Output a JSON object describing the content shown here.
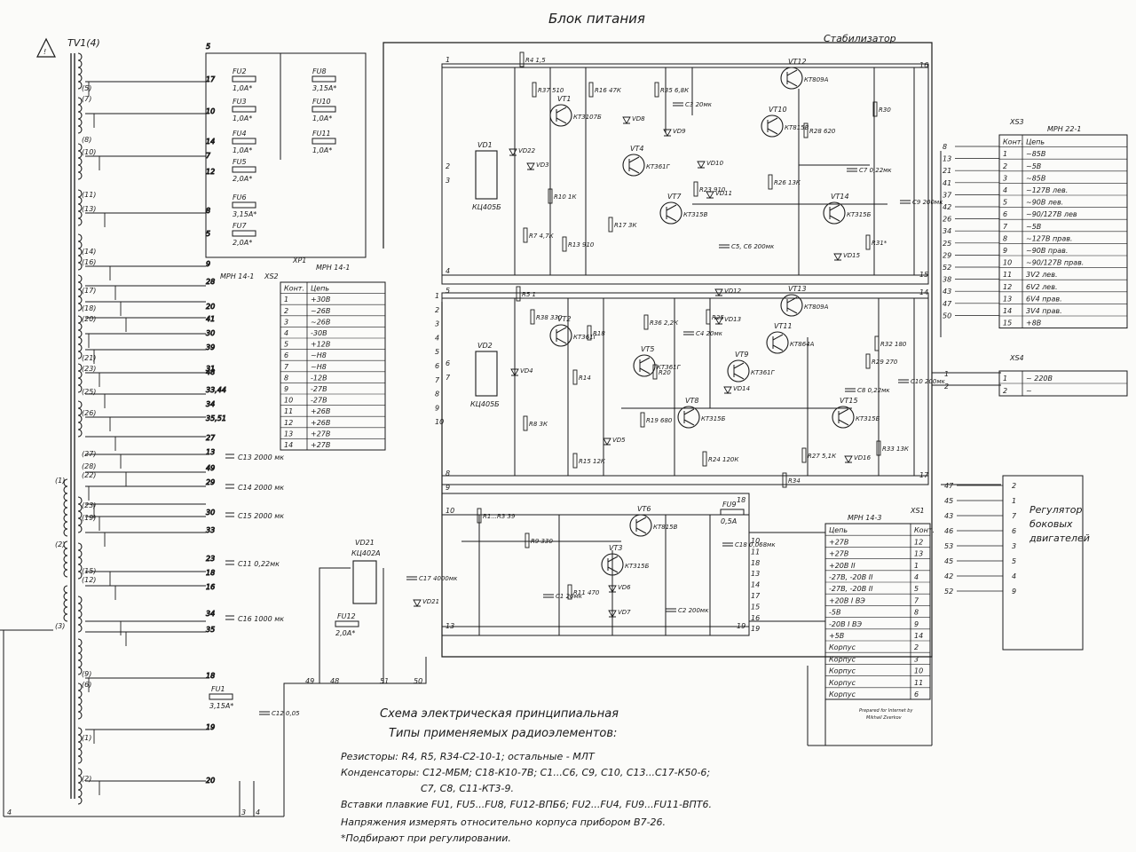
{
  "title": "Блок питания",
  "stabilizer_label": "Стабилизатор",
  "transformer": {
    "name": "TV1(4)",
    "windings": [
      "(5)",
      "(7)",
      "(8)",
      "(10)",
      "(11)",
      "(13)",
      "(14)",
      "(16)",
      "(17)",
      "(18)",
      "(20)",
      "(21)",
      "(23)",
      "(25)",
      "(26)",
      "(27)",
      "(28)",
      "(22)",
      "(23)",
      "(19)",
      "(15)",
      "(12)",
      "(9)",
      "(6)",
      "(1)",
      "(2)",
      "(3)"
    ]
  },
  "fuses": [
    {
      "name": "FU2",
      "rating": "1,0А*"
    },
    {
      "name": "FU3",
      "rating": "1,0А*"
    },
    {
      "name": "FU4",
      "rating": "1,0А*"
    },
    {
      "name": "FU5",
      "rating": "2,0А*"
    },
    {
      "name": "FU6",
      "rating": "3,15А*"
    },
    {
      "name": "FU7",
      "rating": "2,0А*"
    },
    {
      "name": "FU8",
      "rating": "3,15А*"
    },
    {
      "name": "FU10",
      "rating": "1,0А*"
    },
    {
      "name": "FU11",
      "rating": "1,0А*"
    },
    {
      "name": "FU1",
      "rating": "3,15А*"
    },
    {
      "name": "FU9",
      "rating": "0,5А"
    },
    {
      "name": "FU12",
      "rating": "2,0А*"
    }
  ],
  "connector_xp1": {
    "ref": "XP1",
    "title": "МРН 14-1",
    "socket": "XS2",
    "socket_title": "МРН 14-1",
    "headers": [
      "Конт.",
      "Цепь"
    ],
    "rows": [
      [
        "1",
        "+30В"
      ],
      [
        "2",
        "~26В"
      ],
      [
        "3",
        "~26В"
      ],
      [
        "4",
        "-30В"
      ],
      [
        "5",
        "+12В"
      ],
      [
        "6",
        "~Н8"
      ],
      [
        "7",
        "~Н8"
      ],
      [
        "8",
        "-12В"
      ],
      [
        "9",
        "-27В"
      ],
      [
        "10",
        "-27В"
      ],
      [
        "11",
        "+26В"
      ],
      [
        "12",
        "+26В"
      ],
      [
        "13",
        "+27В"
      ],
      [
        "14",
        "+27В"
      ]
    ]
  },
  "connector_xs3": {
    "ref": "XS3",
    "title": "МРН 22-1",
    "headers": [
      "Конт.",
      "Цепь"
    ],
    "rows": [
      [
        "1",
        "~85В"
      ],
      [
        "2",
        "~5В"
      ],
      [
        "3",
        "~85В"
      ],
      [
        "4",
        "~127В лев."
      ],
      [
        "5",
        "~90В лев."
      ],
      [
        "6",
        "~90/127В лев"
      ],
      [
        "7",
        "~5В"
      ],
      [
        "8",
        "~127В прав."
      ],
      [
        "9",
        "~90В прав."
      ],
      [
        "10",
        "~90/127В прав."
      ],
      [
        "11",
        "3V2 лев."
      ],
      [
        "12",
        "6V2 лев."
      ],
      [
        "13",
        "6V4 прав."
      ],
      [
        "14",
        "3V4 прав."
      ],
      [
        "15",
        "+8В"
      ]
    ],
    "pins": [
      "8",
      "13",
      "21",
      "41",
      "37",
      "42",
      "26",
      "34",
      "25",
      "29",
      "52",
      "38",
      "43",
      "47",
      "50"
    ]
  },
  "connector_xs4": {
    "ref": "XS4",
    "rows": [
      [
        "1",
        "~ 220В"
      ],
      [
        "2",
        "~"
      ]
    ],
    "pins": [
      "1",
      "2"
    ]
  },
  "connector_xs1": {
    "ref": "XS1",
    "title": "МРН 14-3",
    "headers": [
      "Цепь",
      "Конт."
    ],
    "rows": [
      [
        "+27В",
        "12"
      ],
      [
        "+27В",
        "13"
      ],
      [
        "+20В II",
        "1"
      ],
      [
        "-27В, -20В II",
        "4"
      ],
      [
        "-27В, -20В II",
        "5"
      ],
      [
        "+20В I ВЭ",
        "7"
      ],
      [
        "-5В",
        "8"
      ],
      [
        "-20В I ВЭ",
        "9"
      ],
      [
        "+5В",
        "14"
      ],
      [
        "Корпус",
        "2"
      ],
      [
        "Корпус",
        "3"
      ],
      [
        "Корпус",
        "10"
      ],
      [
        "Корпус",
        "11"
      ],
      [
        "Корпус",
        "6"
      ]
    ],
    "pins": [
      "10",
      "11",
      "18",
      "13",
      "14",
      "17",
      "15",
      "16",
      "19"
    ]
  },
  "regulator": {
    "label_lines": [
      "Регулятор",
      "боковых",
      "двигателей"
    ],
    "rows": [
      [
        "47",
        "2"
      ],
      [
        "45",
        "1"
      ],
      [
        "43",
        "7"
      ],
      [
        "46",
        "6"
      ],
      [
        "53",
        "3"
      ],
      [
        "45",
        "5"
      ],
      [
        "42",
        "4"
      ],
      [
        "52",
        "9"
      ]
    ]
  },
  "components": {
    "transistors": [
      "VT12",
      "VT1",
      "VT4",
      "VT10",
      "VT7",
      "VT14",
      "VT2",
      "VT5",
      "VT13",
      "VT11",
      "VT9",
      "VT8",
      "VT15",
      "VT6",
      "VT3"
    ],
    "types": [
      "КТ809А",
      "КТ3107Б",
      "КТ361Г",
      "КТ815В",
      "КТ315В",
      "КТ315Б",
      "КТ361Г",
      "КТ361Г",
      "КТ809А",
      "КТ864А",
      "КТ361Г",
      "КТ315Б",
      "КТ315Б",
      "КТ815В",
      "КТ315Б"
    ],
    "diodes": [
      "VD1",
      "VD2",
      "VD3",
      "VD4",
      "VD8",
      "VD9",
      "VD10",
      "VD11",
      "VD12",
      "VD13",
      "VD14",
      "VD15",
      "VD16",
      "VD5",
      "VD6",
      "VD7",
      "VD21",
      "VD22"
    ],
    "bridges": [
      "КЦ405Б",
      "КЦ405Б",
      "КЦ402А"
    ],
    "capacitors": [
      "C13 2000 мк",
      "C14 2000 мк",
      "C15 2000 мк",
      "C11 0,22мк",
      "C16 1000 мк",
      "C17 4000мк",
      "C3 20мк",
      "C7 0,22мк",
      "C9 200мк",
      "C4 20мк",
      "C5, C6 200мк",
      "C8 0,22мк",
      "C10 200мк",
      "C1 20мк",
      "C2 200мк",
      "C18 0,068мк",
      "C12 0,05"
    ],
    "resistors": [
      "R4 1,5",
      "R37 510",
      "R16 47К",
      "R35 6,8К",
      "R10 1К",
      "R7 4,7К",
      "R13 910",
      "R17 3К",
      "R23 910",
      "R28 620",
      "R26 13К",
      "R30",
      "R31*",
      "R5 1",
      "R38 330",
      "R18",
      "R36 2,2К",
      "R25",
      "R14",
      "R8 3К",
      "R15 12К",
      "R20",
      "R19 680",
      "R24 120К",
      "R29 270",
      "R32 180",
      "R27 5,1К",
      "R33 13К",
      "R34",
      "R1...R3 39",
      "R9 330",
      "R11 470"
    ]
  },
  "notes": {
    "heading": "Схема электрическая принципиальная",
    "subheading": "Типы применяемых радиоэлементов:",
    "lines": [
      "Резисторы: R4, R5, R34-С2-10-1; остальные - МЛТ",
      "Конденсаторы: С12-МБМ; С18-К10-7В; С1...С6, С9, С10, С13...С17-К50-6;",
      "С7, С8, С11-КТ3-9.",
      "Вставки плавкие FU1, FU5...FU8, FU12-ВПБ6; FU2...FU4, FU9...FU11-ВПТ6.",
      "Напряжения измерять относительно корпуса прибором В7-26.",
      "*Подбирают при регулировании."
    ]
  },
  "stamp": [
    "Prepared for Internet by",
    "Mikhail Zverkov"
  ]
}
